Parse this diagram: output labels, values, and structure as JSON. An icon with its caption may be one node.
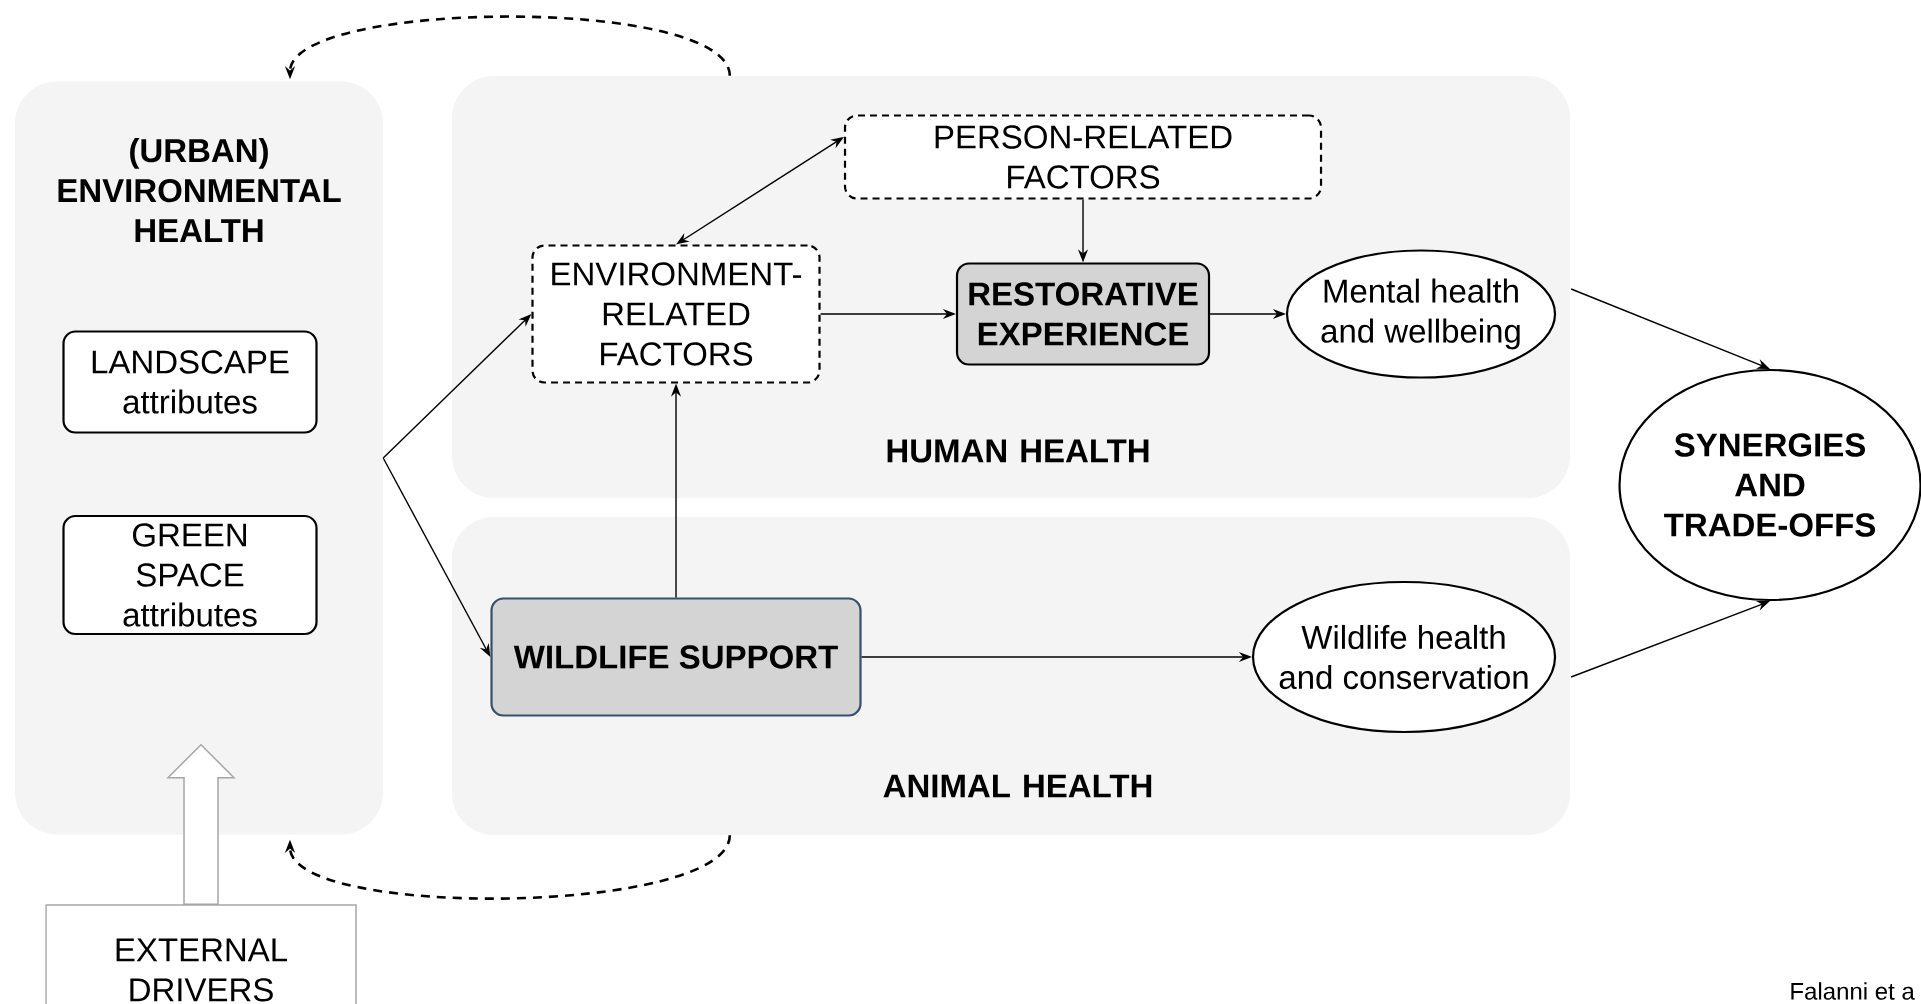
{
  "diagram": {
    "nodes": [
      {
        "text": [
          "(URBAN) ENVIRONMENTAL HEALTH"
        ]
      },
      {
        "text": [
          "LANDSCAPE attributes"
        ],
        "in": 0
      },
      {
        "text": [
          "GREEN SPACE attributes"
        ],
        "in": 0
      },
      {
        "text": [
          "HUMAN HEALTH"
        ]
      },
      {
        "text": [
          "PERSON-RELATED FACTORS"
        ],
        "in": 3
      },
      {
        "text": [
          "ENVIRONMENT-RELATED FACTORS"
        ],
        "in": 3
      },
      {
        "text": [
          "RESTORATIVE EXPERIENCE"
        ],
        "in": 3
      },
      {
        "text": [
          "Mental health and wellbeing"
        ],
        "in": 3
      },
      {
        "text": [
          "ANIMAL HEALTH"
        ]
      },
      {
        "text": [
          "WILDLIFE SUPPORT"
        ],
        "in": 8
      },
      {
        "text": [
          "Wildlife health and conservation"
        ],
        "in": 8
      },
      {
        "text": [
          "SYNERGIES AND TRADE-OFFS"
        ]
      },
      {
        "text": [
          "EXTERNAL DRIVERS"
        ]
      }
    ],
    "edges": [
      {
        "from": 0,
        "to": 5,
        "arrow": "to"
      },
      {
        "from": 0,
        "to": 9,
        "arrow": "to"
      },
      {
        "from": 5,
        "to": 4,
        "arrow": "both"
      },
      {
        "from": 4,
        "to": 6,
        "arrow": "to"
      },
      {
        "from": 5,
        "to": 6,
        "arrow": "to"
      },
      {
        "from": 6,
        "to": 7,
        "arrow": "to"
      },
      {
        "from": 9,
        "to": 5,
        "arrow": "to"
      },
      {
        "from": 9,
        "to": 10,
        "arrow": "to"
      },
      {
        "from": 7,
        "to": 11,
        "arrow": "to"
      },
      {
        "from": 10,
        "to": 11,
        "arrow": "to"
      },
      {
        "from": 3,
        "to": 0,
        "arrow": "to",
        "style": "dashed"
      },
      {
        "from": 8,
        "to": 0,
        "arrow": "to",
        "style": "dashed"
      },
      {
        "from": 12,
        "to": 0,
        "arrow": "to",
        "style": "thick",
        "color": "#a6a6a6"
      }
    ],
    "labels": [
      "Falanni et a"
    ]
  }
}
